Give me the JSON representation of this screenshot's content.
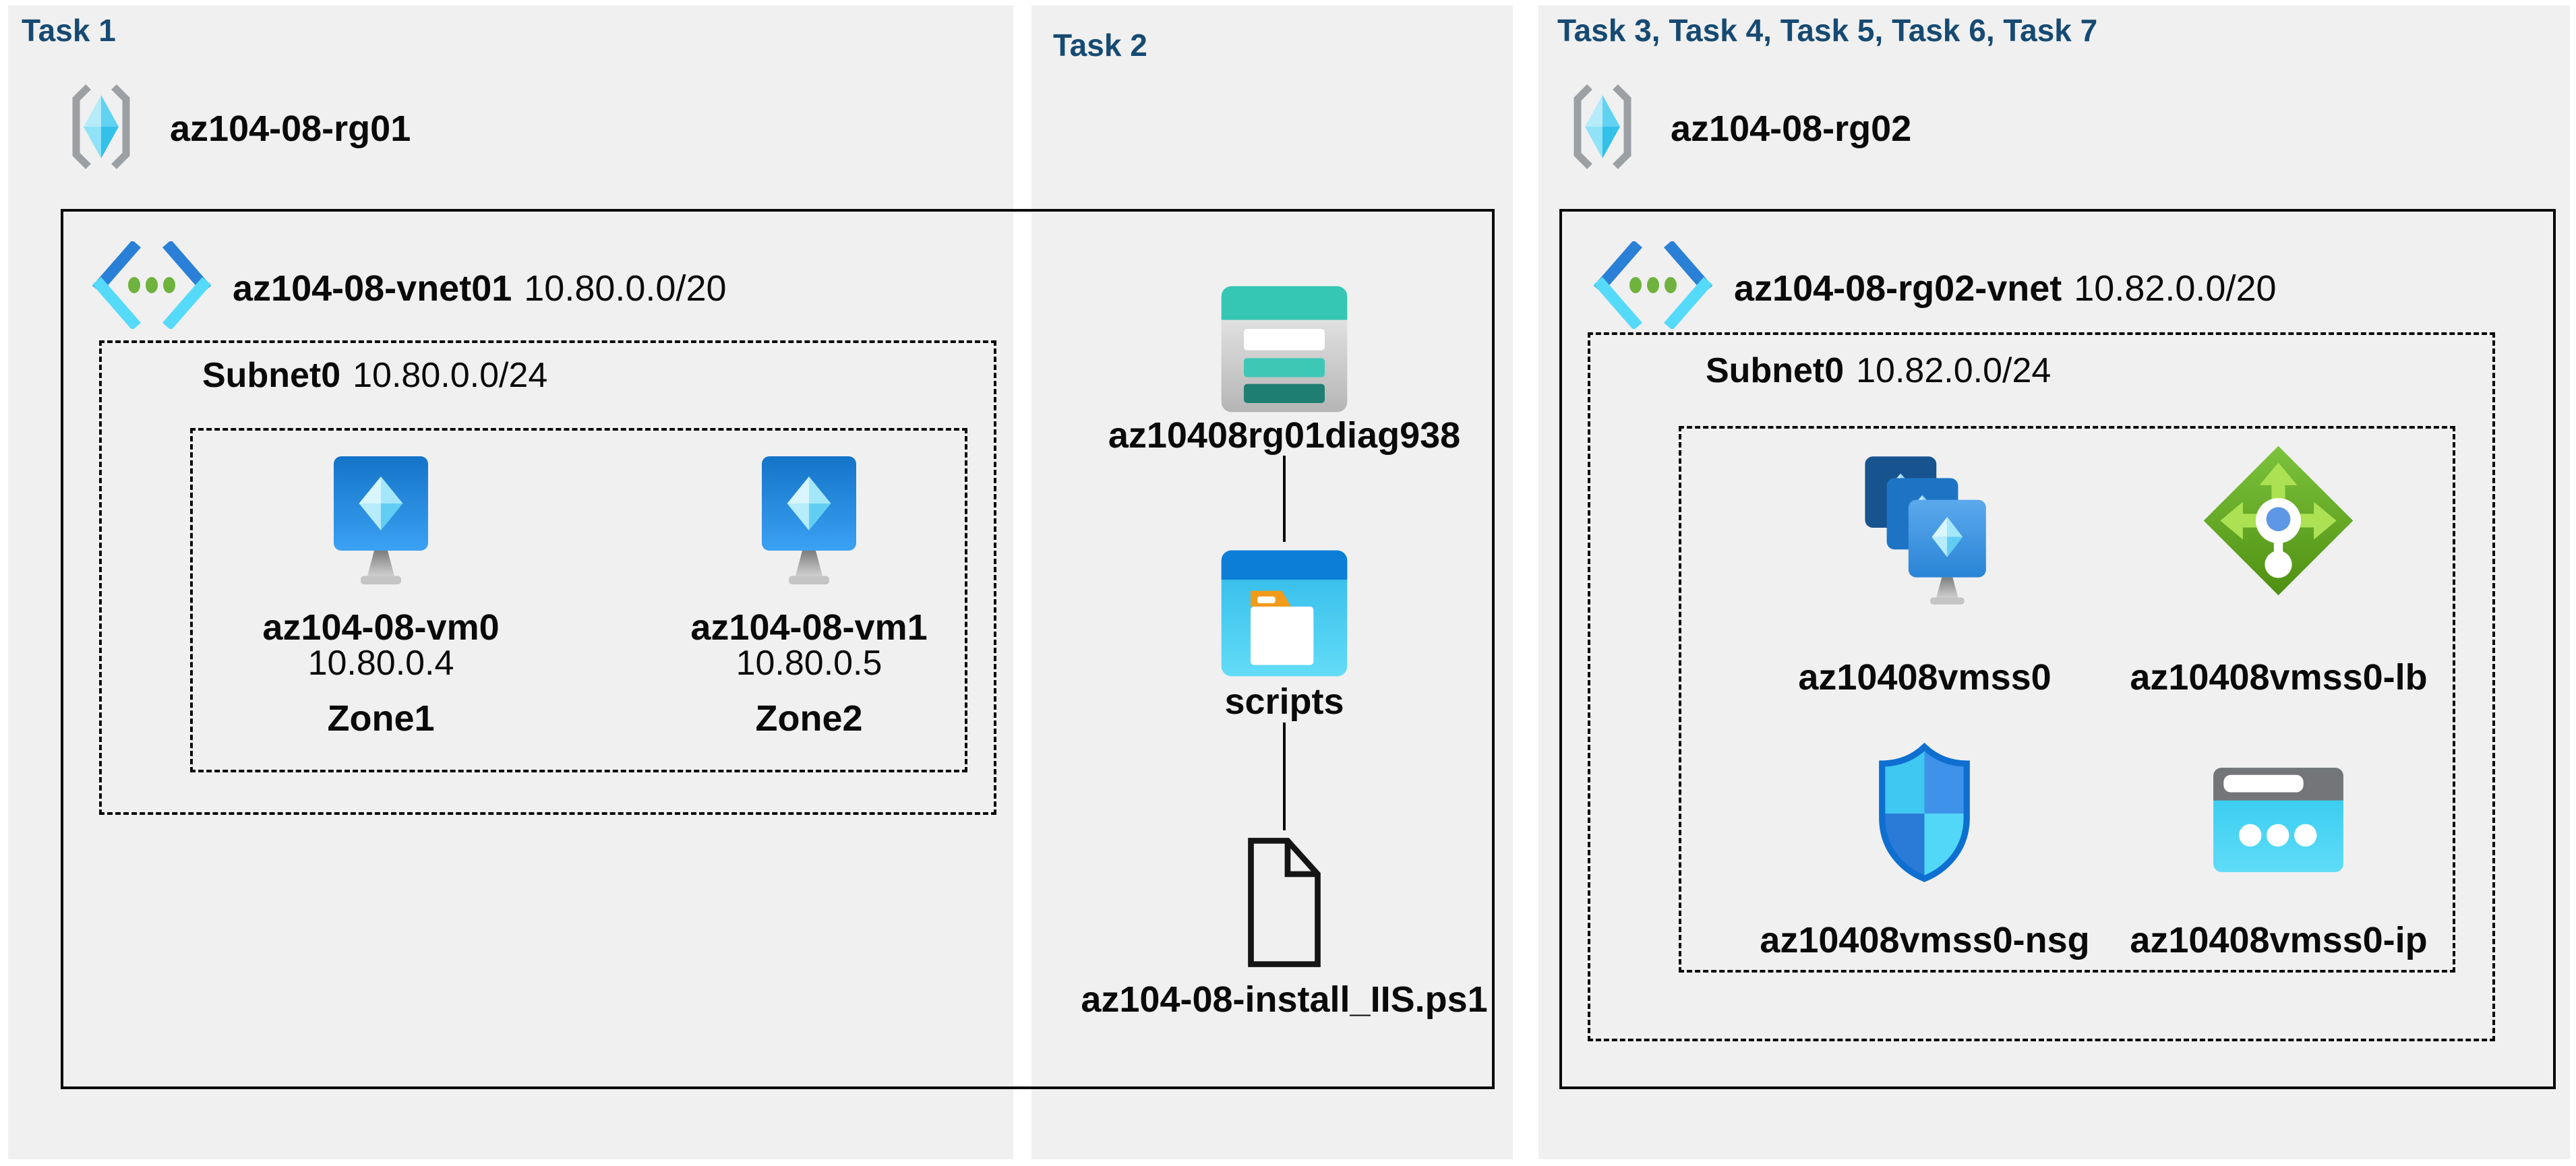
{
  "colors": {
    "page_bg": "#ffffff",
    "panel_bg": "#f0f0f0",
    "header_text": "#164a72",
    "label_text": "#0a0a0a",
    "storage_teal": "#35c7b3",
    "container_blue": "#0c7ed8",
    "lb_green": "#63ab1f",
    "nsg_blue": "#0e6fd0",
    "ip_cyan": "#2cc7ee"
  },
  "icons": {
    "resource_group": "resource-group-icon",
    "virtual_network": "virtual-network-icon",
    "virtual_machine": "virtual-machine-icon",
    "storage_account": "storage-account-icon",
    "blob_container": "blob-container-icon",
    "script_file": "file-icon",
    "vm_scale_set": "vm-scale-set-icon",
    "load_balancer": "load-balancer-icon",
    "network_security_group": "network-security-group-icon",
    "public_ip": "public-ip-icon"
  },
  "task1": {
    "title": "Task 1",
    "rg": "az104-08-rg01",
    "vnet_name": "az104-08-vnet01",
    "vnet_cidr": "10.80.0.0/20",
    "subnet_name": "Subnet0",
    "subnet_cidr": "10.80.0.0/24",
    "vm0": {
      "name": "az104-08-vm0",
      "ip": "10.80.0.4",
      "zone": "Zone1"
    },
    "vm1": {
      "name": "az104-08-vm1",
      "ip": "10.80.0.5",
      "zone": "Zone2"
    }
  },
  "task2": {
    "title": "Task 2",
    "storage_account": "az10408rg01diag938",
    "container": "scripts",
    "script_file": "az104-08-install_IIS.ps1"
  },
  "task3": {
    "title": "Task 3, Task 4, Task 5, Task 6, Task 7",
    "rg": "az104-08-rg02",
    "vnet_name": "az104-08-rg02-vnet",
    "vnet_cidr": "10.82.0.0/20",
    "subnet_name": "Subnet0",
    "subnet_cidr": "10.82.0.0/24",
    "vmss": "az10408vmss0",
    "lb": "az10408vmss0-lb",
    "nsg": "az10408vmss0-nsg",
    "public_ip": "az10408vmss0-ip"
  }
}
